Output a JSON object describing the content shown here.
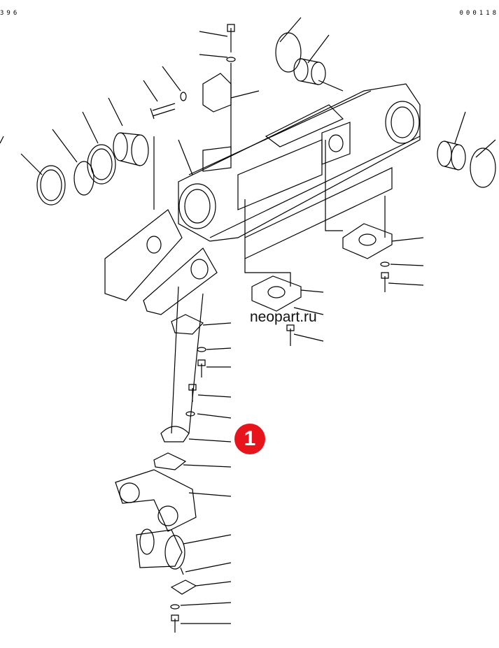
{
  "header": {
    "code_left": "396",
    "code_right": "000118"
  },
  "watermark": "neopart.ru",
  "callout": {
    "number": "1",
    "color": "#e8141c"
  }
}
